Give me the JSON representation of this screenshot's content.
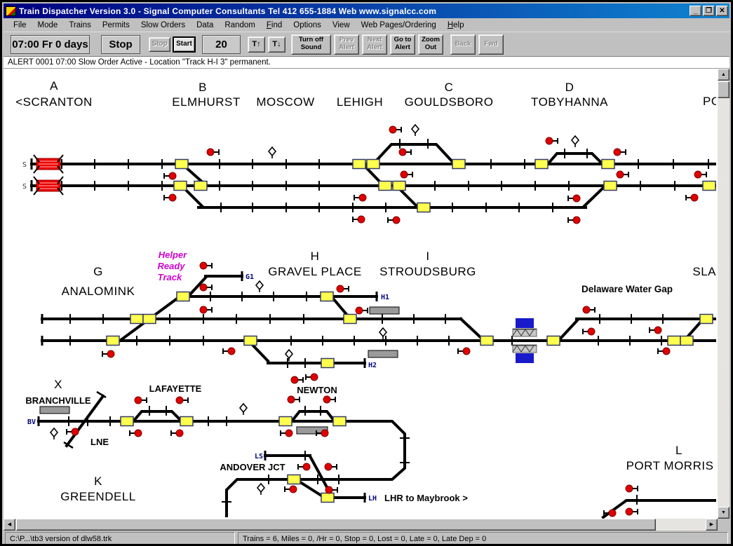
{
  "window": {
    "title": "Train Dispatcher Version 3.0 - Signal Computer Consultants Tel 412 655-1884 Web www.signalcc.com",
    "minimize_glyph": "_",
    "restore_glyph": "❐",
    "close_glyph": "✕"
  },
  "menu": {
    "items": [
      "File",
      "Mode",
      "Trains",
      "Permits",
      "Slow Orders",
      "Data",
      "Random",
      "Find",
      "Options",
      "View",
      "Web Pages/Ordering",
      "Help"
    ]
  },
  "toolbar": {
    "clock": "07:00 Fr 0 days",
    "mode": "Stop",
    "stop": "Stop",
    "start": "Start",
    "interval": "20",
    "t_up": "T↑",
    "t_down": "T↓",
    "sound": [
      "Turn off",
      "Sound"
    ],
    "prev": [
      "Prev",
      "Alert"
    ],
    "next": [
      "Next",
      "Alert"
    ],
    "goto": [
      "Go to",
      "Alert"
    ],
    "zoom": [
      "Zoom",
      "Out"
    ],
    "back": "Back",
    "fwd": "Fwd"
  },
  "alert": {
    "text": "ALERT 0001  07:00 Slow Order Active - Location \"Track H-I 3\" permanent."
  },
  "status": {
    "file": "C:\\P...\\tb3 version of dlw58.trk",
    "stats": "Trains = 6, Miles = 0, /Hr = 0, Stop = 0, Lost = 0, Late = 0, Late Dep = 0"
  },
  "scroll": {
    "up": "▲",
    "down": "▼",
    "left": "◀",
    "right": "▶"
  },
  "colors": {
    "titlebar_left": "#000080",
    "titlebar_right": "#1084d0",
    "chrome": "#c0c0c0",
    "track": "#000000",
    "os_block": "#ffff4d",
    "signal_red": "#e00000",
    "occupied_red": "#e80000",
    "platform_gray": "#9a9a9a",
    "bridge_blue": "#1a1acc",
    "note_magenta": "#cc00cc",
    "tag_navy": "#000080"
  },
  "diagram": {
    "letters": {
      "a": "A",
      "b": "B",
      "c": "C",
      "d": "D",
      "g": "G",
      "h": "H",
      "i": "I",
      "k": "K",
      "l": "L",
      "x": "X"
    },
    "stations": {
      "scranton": "<SCRANTON",
      "elmhurst": "ELMHURST",
      "moscow": "MOSCOW",
      "lehigh": "LEHIGH",
      "gouldsboro": "GOULDSBORO",
      "tobyhanna": "TOBYHANNA",
      "pocono_partial": "PO",
      "analomink": "ANALOMINK",
      "gravel_place": "GRAVEL PLACE",
      "stroudsburg": "STROUDSBURG",
      "slateford_partial": "SLA",
      "delaware_water_gap": "Delaware Water Gap",
      "branchville": "BRANCHVILLE",
      "lafayette": "LAFAYETTE",
      "newton": "NEWTON",
      "lne": "LNE",
      "andover_jct": "ANDOVER JCT",
      "greendell": "GREENDELL",
      "port_morris": "PORT MORRIS",
      "maybrook_note": "LHR to Maybrook >"
    },
    "track_tags": {
      "s_upper": "S",
      "s_lower": "S",
      "g1": "G1",
      "h1": "H1",
      "h2": "H2",
      "bv": "BV",
      "ls": "LS",
      "lh": "LH"
    },
    "helper_note": [
      "Helper",
      "Ready",
      "Track"
    ]
  }
}
